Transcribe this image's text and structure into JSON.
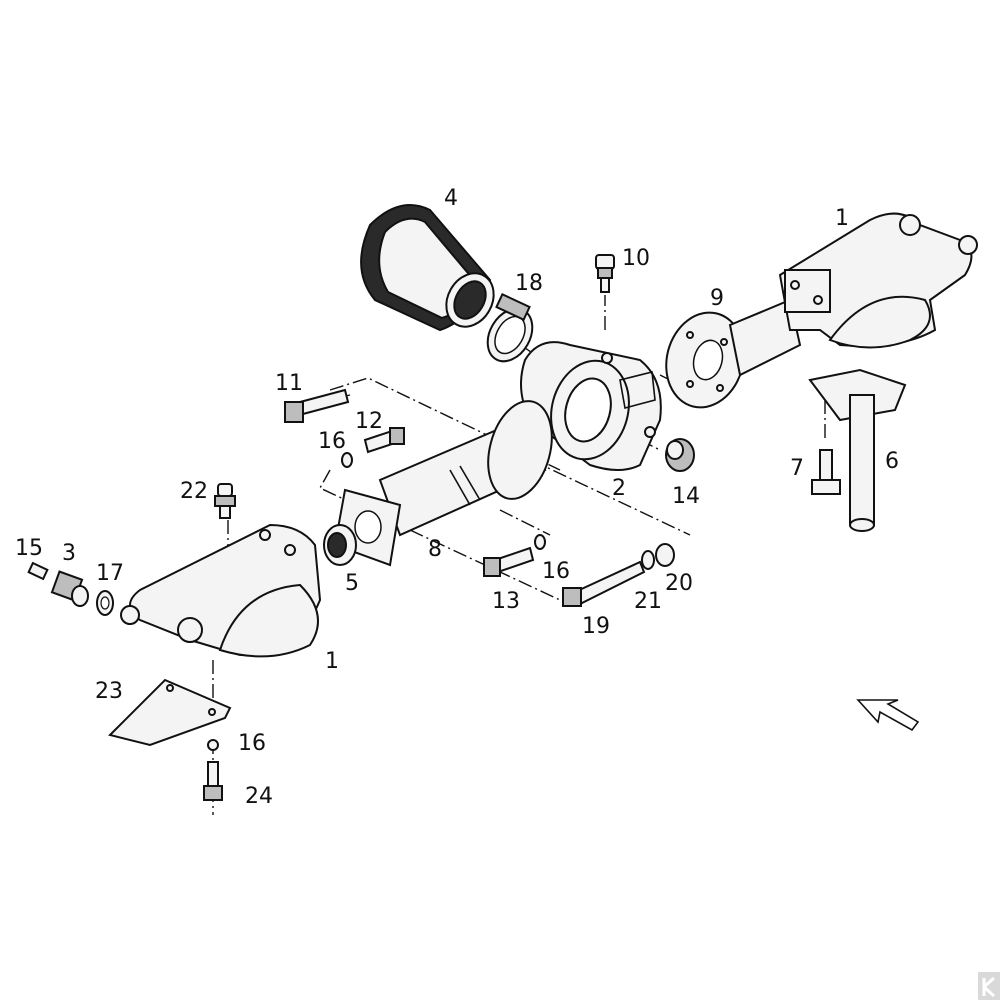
{
  "diagram": {
    "callouts": [
      {
        "id": "c4",
        "text": "4"
      },
      {
        "id": "c1a",
        "text": "1"
      },
      {
        "id": "c10",
        "text": "10"
      },
      {
        "id": "c18",
        "text": "18"
      },
      {
        "id": "c9",
        "text": "9"
      },
      {
        "id": "c11",
        "text": "11"
      },
      {
        "id": "c12",
        "text": "12"
      },
      {
        "id": "c16a",
        "text": "16"
      },
      {
        "id": "c2",
        "text": "2"
      },
      {
        "id": "c14",
        "text": "14"
      },
      {
        "id": "c7",
        "text": "7"
      },
      {
        "id": "c6",
        "text": "6"
      },
      {
        "id": "c22",
        "text": "22"
      },
      {
        "id": "c15",
        "text": "15"
      },
      {
        "id": "c3",
        "text": "3"
      },
      {
        "id": "c17",
        "text": "17"
      },
      {
        "id": "c5",
        "text": "5"
      },
      {
        "id": "c8",
        "text": "8"
      },
      {
        "id": "c13",
        "text": "13"
      },
      {
        "id": "c16b",
        "text": "16"
      },
      {
        "id": "c19",
        "text": "19"
      },
      {
        "id": "c21",
        "text": "21"
      },
      {
        "id": "c20",
        "text": "20"
      },
      {
        "id": "c1b",
        "text": "1"
      },
      {
        "id": "c23",
        "text": "23"
      },
      {
        "id": "c16c",
        "text": "16"
      },
      {
        "id": "c24",
        "text": "24"
      }
    ]
  },
  "colors": {
    "ink": "#111111",
    "paper": "#ffffff",
    "watermark": "#d9d9d9"
  }
}
